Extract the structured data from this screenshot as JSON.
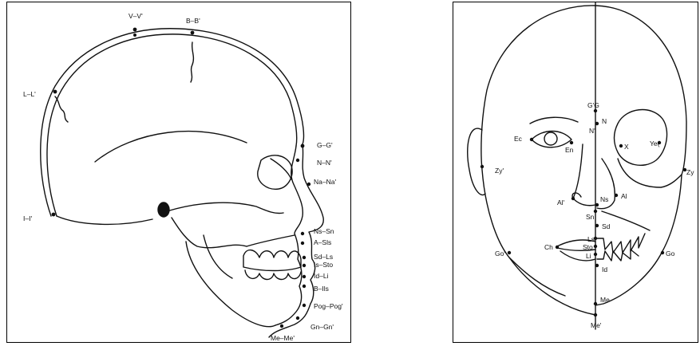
{
  "left_figure": {
    "labels": {
      "vertex": "V–V'",
      "bregma": "B–B'",
      "lambda": "L–L'",
      "inion": "I–I'",
      "glabella": "G–G'",
      "nasion": "N–N'",
      "nasale": "Na–Na'",
      "nasospinale": "Ns–Sn",
      "subspinale": "A–Sls",
      "supradentale": "Sd–Ls",
      "incision_sup": "Is–Sto",
      "infradentale": "Id–Li",
      "supramentale": "B–Ils",
      "pogonion": "Pog–Pog'",
      "gnathion": "Gn–Gn'",
      "menton": "Me–Me'"
    }
  },
  "right_figure": {
    "labels": {
      "glabella": "G'G",
      "nasion": "N",
      "nasion_soft": "N'",
      "ectocanthion": "Ec",
      "endocanthion": "En",
      "x_point": "X",
      "ye_point": "Ye(",
      "zygion_soft": "Zy'",
      "zygion": "Zy",
      "nasospinale": "Ns",
      "alare_soft": "Al'",
      "alare": "Al",
      "subnasale": "Sn",
      "supradentale": "Sd",
      "labrale_sup": "Ls",
      "stomion": "Sto",
      "labrale_inf": "Li",
      "infradentale": "Id",
      "cheilion": "Ch",
      "gonion_soft": "Go'",
      "gonion": "Go",
      "menton": "Me",
      "menton_soft": "Me'"
    }
  }
}
